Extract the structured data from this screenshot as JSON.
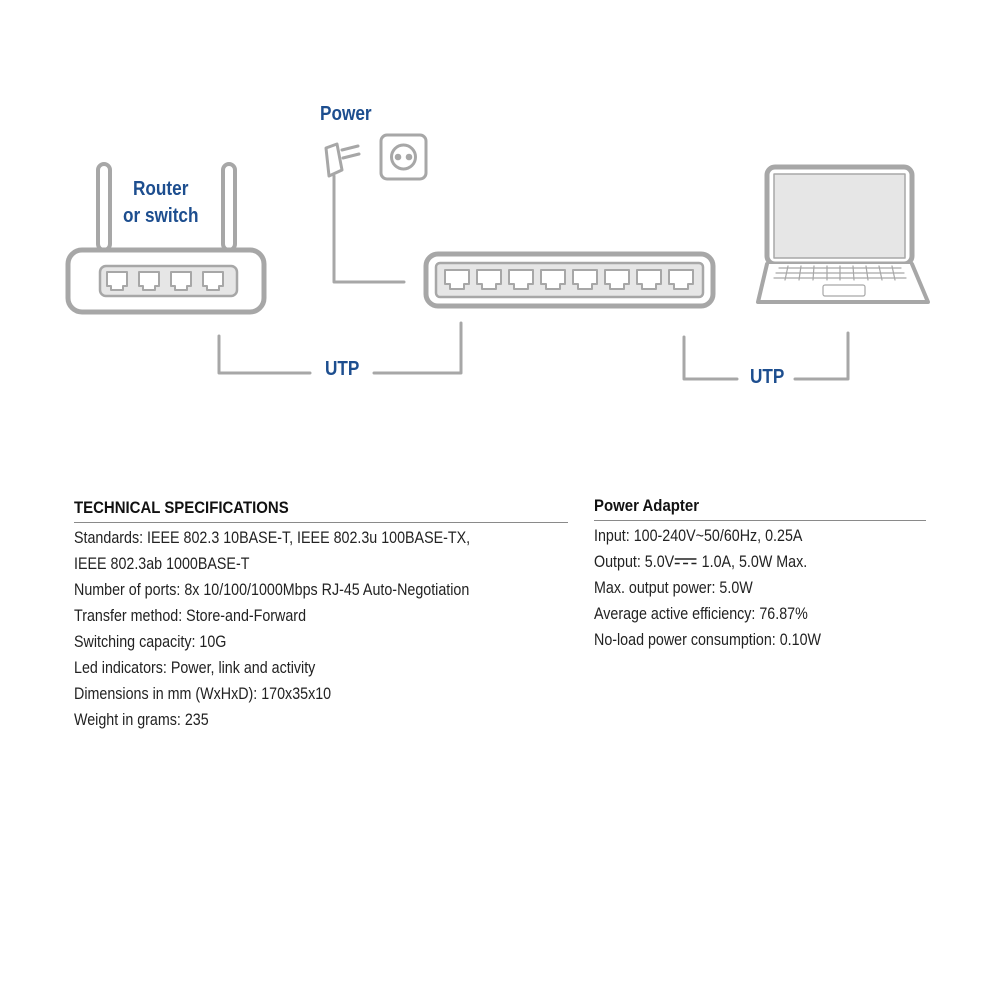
{
  "diagram": {
    "labels": {
      "power": "Power",
      "router_line1": "Router",
      "router_line2": "or switch",
      "utp_left": "UTP",
      "utp_right": "UTP"
    }
  },
  "colors": {
    "label": "#1d4e8f",
    "device_outline": "#a7a7a7",
    "device_fill": "#e6e6e6",
    "text": "#222222"
  },
  "technical_specifications": {
    "title": "TECHNICAL SPECIFICATIONS",
    "lines": [
      "Standards: IEEE 802.3 10BASE-T, IEEE 802.3u 100BASE-TX,",
      "IEEE 802.3ab 1000BASE-T",
      "Number of ports: 8x 10/100/1000Mbps RJ-45 Auto-Negotiation",
      "Transfer method: Store-and-Forward",
      "Switching capacity: 10G",
      "Led indicators: Power, link and activity",
      "Dimensions in mm (WxHxD): 170x35x10",
      "Weight in grams: 235"
    ]
  },
  "power_adapter": {
    "title": "Power Adapter",
    "input": "Input: 100-240V~50/60Hz, 0.25A",
    "output_prefix": "Output: 5.0V",
    "output_suffix": " 1.0A, 5.0W Max.",
    "lines": [
      "Max. output power: 5.0W",
      "Average active efficiency: 76.87%",
      "No-load power consumption: 0.10W"
    ]
  },
  "icons": [
    "router-icon",
    "antenna-icon",
    "rj45-port-icon",
    "network-switch-icon",
    "power-plug-icon",
    "wall-socket-icon",
    "laptop-icon",
    "dc-symbol-icon"
  ]
}
